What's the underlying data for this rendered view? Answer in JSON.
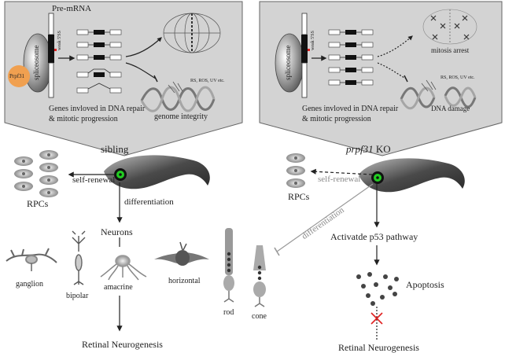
{
  "left_panel": {
    "pre_mrna": "Pre-mRNA",
    "spliceosome": "spliceosome",
    "prpf31": "Prpf31",
    "weak_ss": "weak 5'SS",
    "genes_line1": "Genes invloved in DNA repair",
    "genes_line2": "& mitotic progression",
    "stressors": "RS, ROS, UV etc.",
    "outcome": "genome integrity"
  },
  "right_panel": {
    "spliceosome": "spliceosome",
    "weak_ss": "weak 5'SS",
    "genes_line1": "Genes invloved in DNA repair",
    "genes_line2": "& mitotic progression",
    "stressors": "RS, ROS, UV etc.",
    "mitosis": "mitosis arrest",
    "damage": "DNA damage"
  },
  "left_fate": {
    "title": "sibling",
    "self_renewal": "self-renewal",
    "rpcs": "RPCs",
    "differentiation": "differentiation",
    "neurons": "Neurons",
    "ganglion": "ganglion",
    "bipolar": "bipolar",
    "amacrine": "amacrine",
    "horizontal": "horizontal",
    "rod": "rod",
    "cone": "cone",
    "result": "Retinal Neurogenesis"
  },
  "right_fate": {
    "title_italic": "prpf31",
    "title_rest": " KO",
    "self_renewal": "self-renewal",
    "rpcs": "RPCs",
    "differentiation": "differentiation",
    "p53": "Activatde p53 pathway",
    "apoptosis": "Apoptosis",
    "result": "Retinal Neurogenesis"
  },
  "colors": {
    "panel_fill": "#d3d3d3",
    "prpf31_orange": "#f0a050",
    "eye_green": "#22cc22",
    "block_red": "#e02020"
  }
}
